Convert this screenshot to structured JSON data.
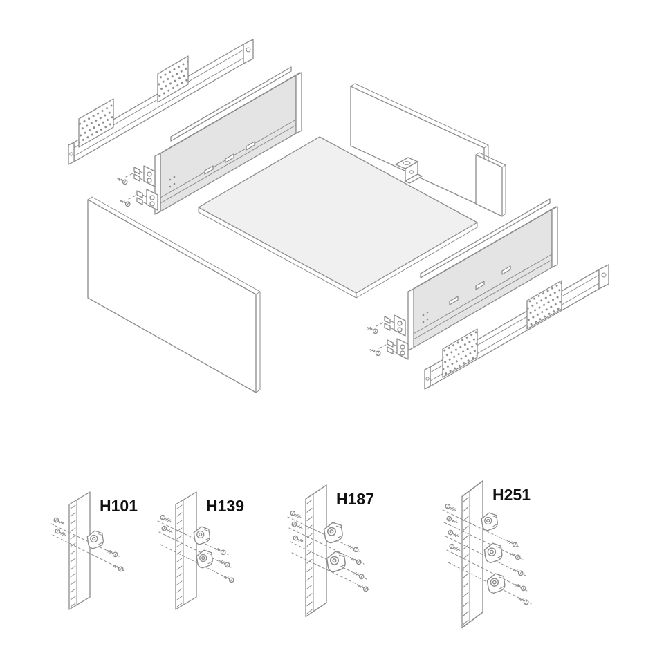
{
  "diagram": {
    "type": "exploded-assembly-drawing",
    "subject": "drawer-slide-system-with-front-fixing-bracket-variants",
    "colors": {
      "line": "#8c8c8c",
      "panel_fill": "#ffffff",
      "drawer_side_fill": "#e4e4e4",
      "bottom_fill": "#f0f0f0",
      "label": "#111111"
    },
    "parts": [
      "drawer-slide-left",
      "gallery-rail-left",
      "drawer-side-panel-left",
      "front-brackets-left",
      "cabinet-side-panel-left",
      "drawer-bottom-panel",
      "drawer-back-panel",
      "cabinet-side-panel-right",
      "back-fixing-bracket",
      "drawer-side-panel-right",
      "gallery-rail-right",
      "front-brackets-right",
      "drawer-slide-right"
    ]
  },
  "variants": [
    {
      "label": "H101",
      "bracket_count": 1,
      "screw_count": 2
    },
    {
      "label": "H139",
      "bracket_count": 2,
      "screw_count": 3
    },
    {
      "label": "H187",
      "bracket_count": 2,
      "screw_count": 4
    },
    {
      "label": "H251",
      "bracket_count": 3,
      "screw_count": 5
    }
  ],
  "colors": {
    "line": "#8c8c8c",
    "panel_fill": "#ffffff",
    "drawer_side_fill": "#e4e4e4",
    "bottom_fill": "#f0f0f0",
    "label": "#111111"
  }
}
